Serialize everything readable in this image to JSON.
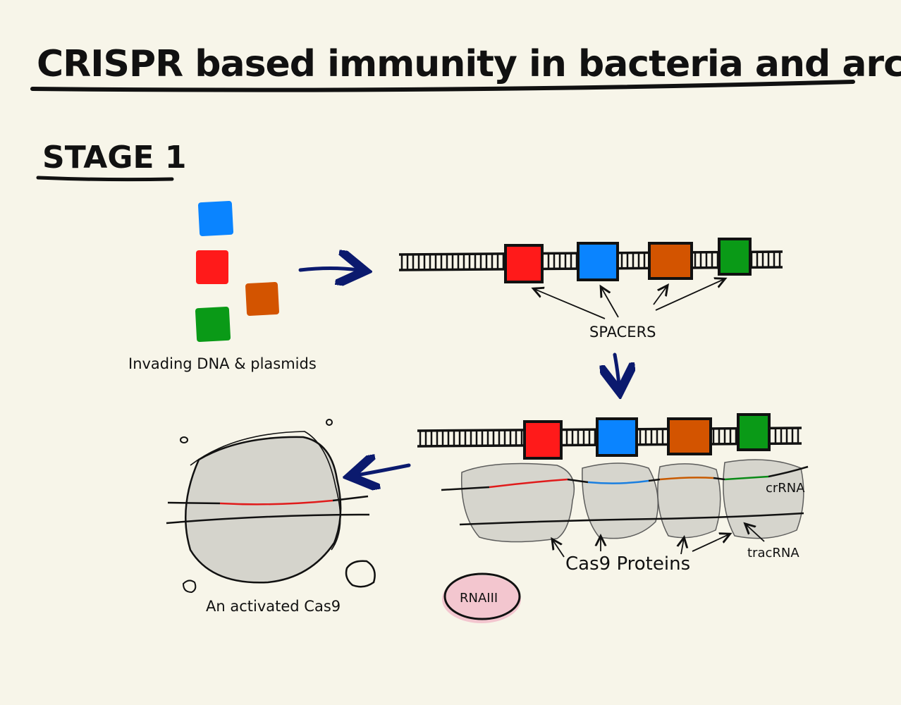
{
  "title": "CRISPR based immunity in bacteria and archaea",
  "stage_label": "STAGE 1",
  "labels": {
    "invading": "Invading DNA & plasmids",
    "spacers": "SPACERS",
    "crrna": "crRNA",
    "tracrna": "tracRNA",
    "cas9_proteins": "Cas9 Proteins",
    "activated": "An activated Cas9",
    "badge": "RNAIII"
  },
  "colors": {
    "background": "#f7f5e9",
    "spacer_blue": "#0a84ff",
    "spacer_red": "#ff1a1a",
    "spacer_orange": "#d35400",
    "spacer_green": "#0a9a17",
    "arrow_navy": "#0b1a6e",
    "protein_gray": "#d5d4cc",
    "badge_pink": "#f3c6cf"
  },
  "spacer_order": [
    "red",
    "blue",
    "orange",
    "green"
  ]
}
